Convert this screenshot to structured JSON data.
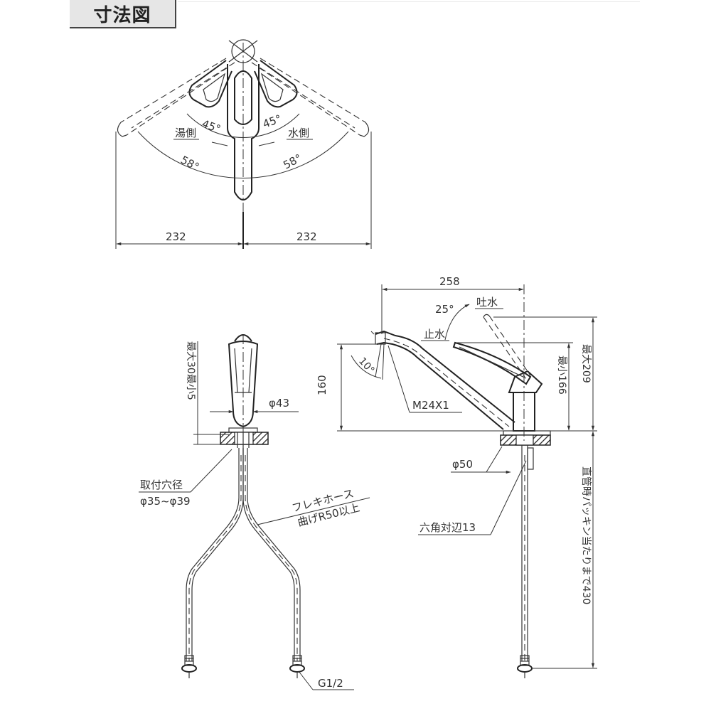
{
  "title": "寸法図",
  "top_view": {
    "hot_side_label": "湯側",
    "cold_side_label": "水側",
    "angle_inner_left": "45°",
    "angle_inner_right": "45°",
    "angle_outer_left": "58°",
    "angle_outer_right": "58°",
    "width_left": "232",
    "width_right": "232"
  },
  "front_view": {
    "height_range_label": "最大30最小5",
    "diameter_label": "φ43",
    "mount_hole_label": "取付穴径",
    "mount_hole_value": "φ35~φ39",
    "hose_label_line1": "フレキホース",
    "hose_label_line2": "曲げR50以上",
    "connector_label": "G1/2"
  },
  "side_view": {
    "reach_label": "258",
    "lever_angle_label": "25°",
    "flow_on_label": "吐水",
    "flow_off_label": "止水",
    "spout_angle_label": "10°",
    "spout_height_label": "160",
    "thread_label": "M24X1",
    "min_height_label": "最小166",
    "max_height_label": "最大209",
    "base_diameter_label": "φ50",
    "hex_label": "六角対辺13",
    "pipe_length_label": "直管時パッキン当たりまで430"
  },
  "colors": {
    "line": "#333333",
    "title_bg": "#e6e6e6"
  }
}
